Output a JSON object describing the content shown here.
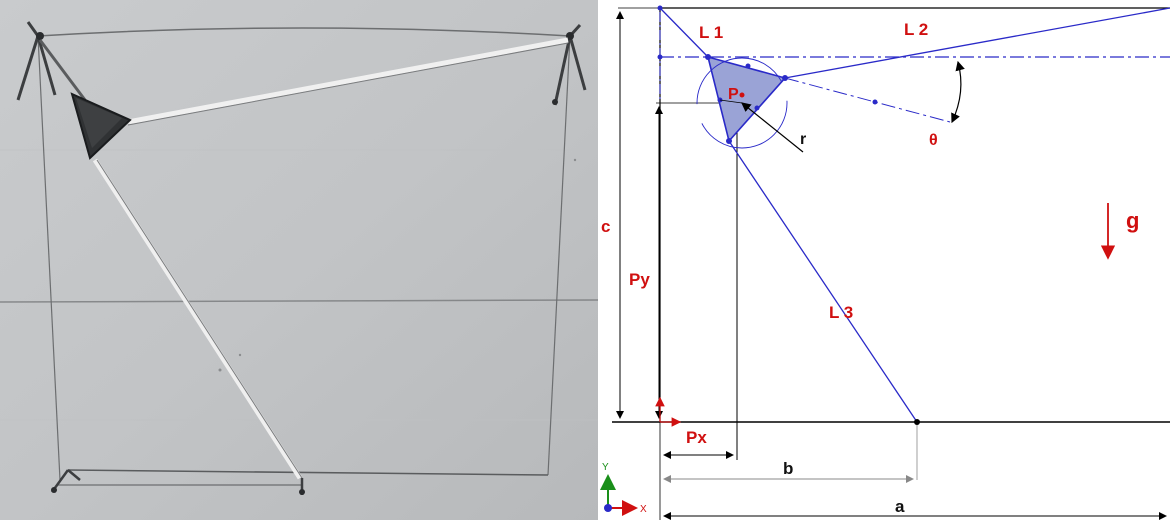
{
  "photo": {
    "description_icon": "photo-of-physical-cable-robot"
  },
  "diagram": {
    "labels": {
      "L1": "L 1",
      "L2": "L 2",
      "L3": "L 3",
      "P": "P",
      "r": "r",
      "theta": "θ",
      "g": "g",
      "c": "c",
      "Py": "Py",
      "Px": "Px",
      "b": "b",
      "a": "a"
    },
    "axes": {
      "y": "Y",
      "x": "X"
    },
    "colors": {
      "cable": "#2a2ac8",
      "platform_fill": "#9aa3d6",
      "label": "#d01010",
      "dimension": "#000000",
      "dash_dot": "#2a2ac8"
    }
  }
}
